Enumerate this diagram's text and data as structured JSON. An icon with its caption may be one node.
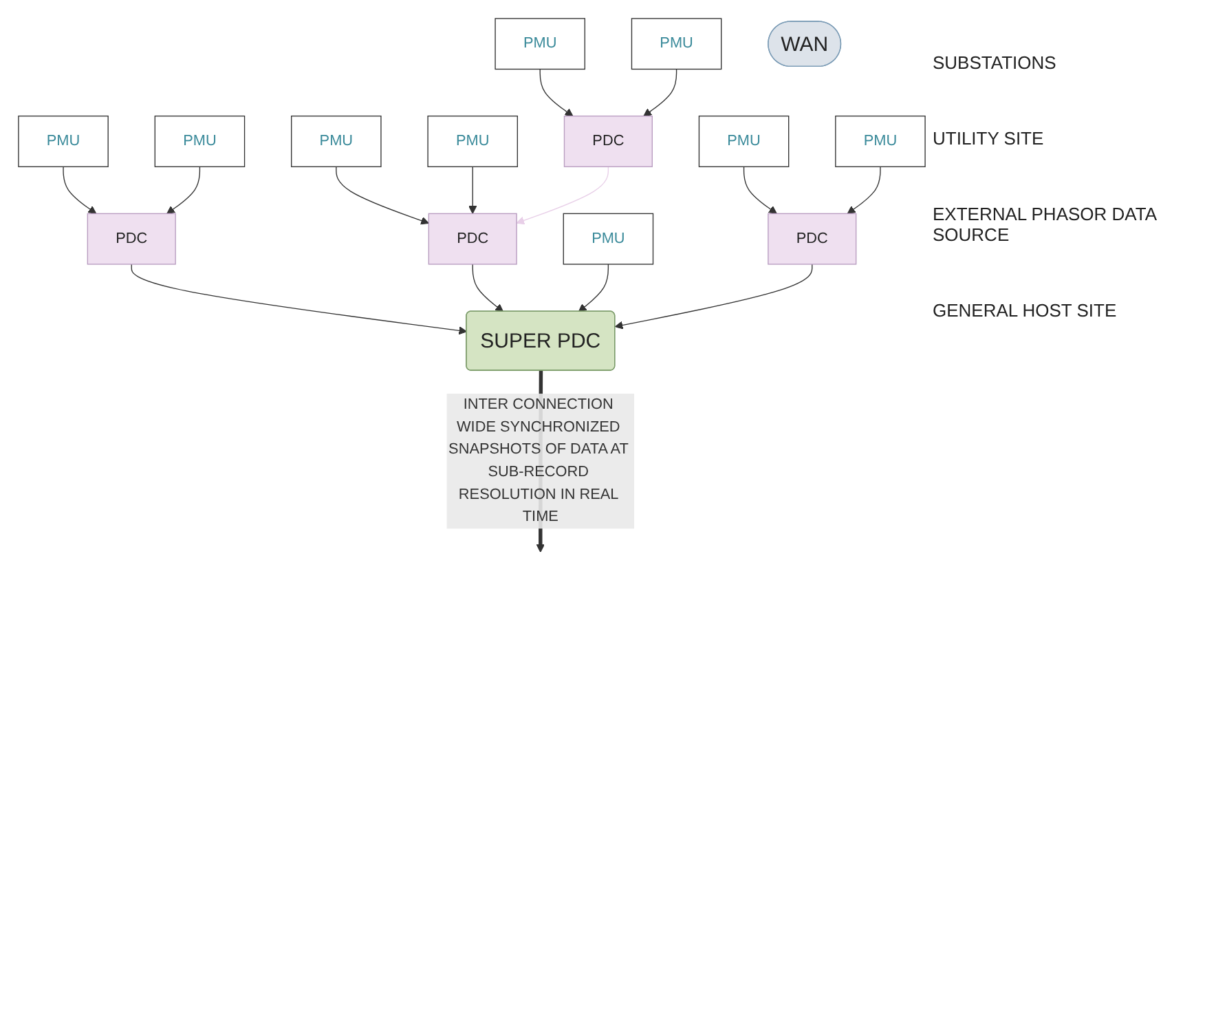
{
  "diagram": {
    "nodes": [
      {
        "text": [
          "PMU"
        ]
      },
      {
        "text": [
          "PMU"
        ]
      },
      {
        "text": [
          "PMU"
        ]
      },
      {
        "text": [
          "PMU"
        ]
      },
      {
        "text": [
          "PMU"
        ]
      },
      {
        "text": [
          "PMU"
        ]
      },
      {
        "text": [
          "PMU"
        ]
      },
      {
        "text": [
          "PMU"
        ]
      },
      {
        "text": [
          "PMU"
        ]
      },
      {
        "text": [
          "PDC"
        ]
      },
      {
        "text": [
          "PDC"
        ]
      },
      {
        "text": [
          "PDC"
        ]
      },
      {
        "text": [
          "PDC"
        ]
      },
      {
        "text": [
          "WAN"
        ]
      },
      {
        "text": [
          "SUPER PDC"
        ]
      }
    ],
    "edges": [
      {
        "from": 0,
        "to": 9,
        "arrow": "to"
      },
      {
        "from": 1,
        "to": 9,
        "arrow": "to"
      },
      {
        "from": 2,
        "to": 10,
        "arrow": "to"
      },
      {
        "from": 3,
        "to": 10,
        "arrow": "to"
      },
      {
        "from": 4,
        "to": 11,
        "arrow": "to"
      },
      {
        "from": 5,
        "to": 11,
        "arrow": "to"
      },
      {
        "from": 7,
        "to": 12,
        "arrow": "to"
      },
      {
        "from": 8,
        "to": 12,
        "arrow": "to"
      },
      {
        "from": 10,
        "to": 11,
        "arrow": "to",
        "color": "#e8cfe8"
      },
      {
        "from": 9,
        "to": 14,
        "arrow": "to"
      },
      {
        "from": 11,
        "to": 14,
        "arrow": "to"
      },
      {
        "from": 6,
        "to": 14,
        "arrow": "to"
      },
      {
        "from": 12,
        "to": 14,
        "arrow": "to"
      },
      {
        "from": 14,
        "to": null,
        "arrow": "to",
        "style": "thick",
        "label": "INTER CONNECTION WIDE SYNCHRONIZED SNAPSHOTS OF DATA AT SUB-RECORD RESOLUTION IN REAL TIME"
      }
    ],
    "labels": [
      "SUBSTATIONS",
      "UTILITY SITE",
      "EXTERNAL PHASOR DATA SOURCE",
      "GENERAL HOST SITE"
    ]
  }
}
